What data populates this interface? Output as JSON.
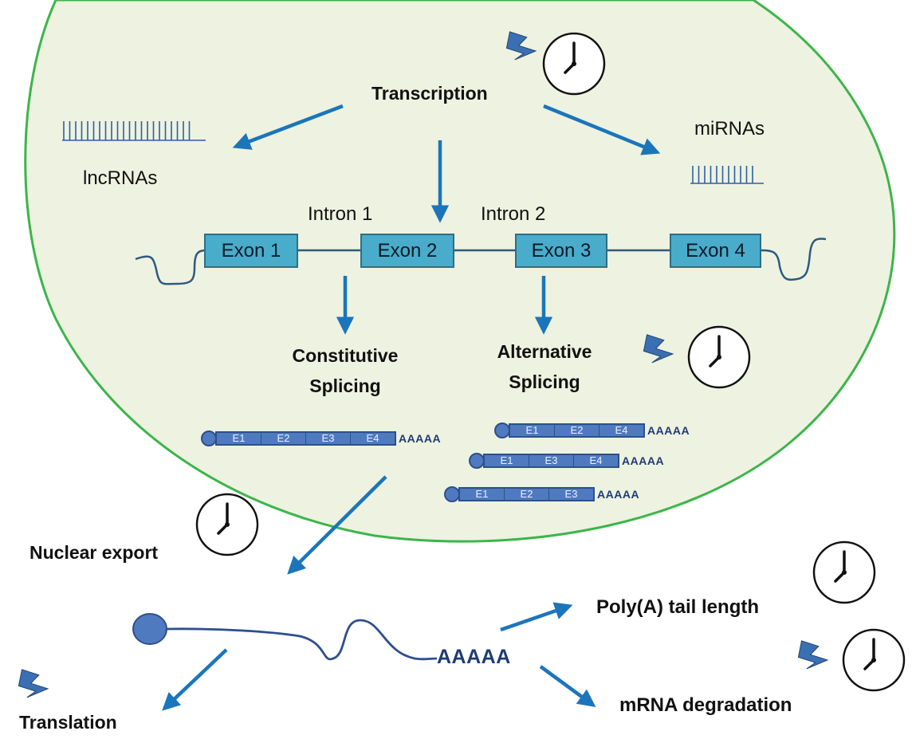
{
  "labels": {
    "transcription": "Transcription",
    "lncrnas": "lncRNAs",
    "mirnas": "miRNAs",
    "intron1": "Intron 1",
    "intron2": "Intron 2",
    "constitutive_line1": "Constitutive",
    "constitutive_line2": "Splicing",
    "alternative_line1": "Alternative",
    "alternative_line2": "Splicing",
    "nuclear_export": "Nuclear export",
    "polya_tail_length": "Poly(A) tail length",
    "mrna_degradation": "mRNA degradation",
    "translation": "Translation"
  },
  "exons": [
    "Exon 1",
    "Exon 2",
    "Exon 3",
    "Exon 4"
  ],
  "transcripts": {
    "constitutive": {
      "segments": [
        "E1",
        "E2",
        "E3",
        "E4"
      ],
      "tail": "AAAAA"
    },
    "alternative": [
      {
        "segments": [
          "E1",
          "E2",
          "E4"
        ],
        "tail": "AAAAA"
      },
      {
        "segments": [
          "E1",
          "E3",
          "E4"
        ],
        "tail": "AAAAA"
      },
      {
        "segments": [
          "E1",
          "E2",
          "E3"
        ],
        "tail": "AAAAA"
      }
    ]
  },
  "mature_mrna_tail": "AAAAA",
  "icons": {
    "clock": "clock-icon",
    "lightning": "lightning-icon"
  },
  "colors": {
    "nucleus_fill": "#eef2e0",
    "nucleus_border": "#3cb54a",
    "arrow": "#1b75bb",
    "exon_fill": "#4aaccb",
    "transcript_fill": "#4f7ac0",
    "strand": "#2d5a80"
  }
}
